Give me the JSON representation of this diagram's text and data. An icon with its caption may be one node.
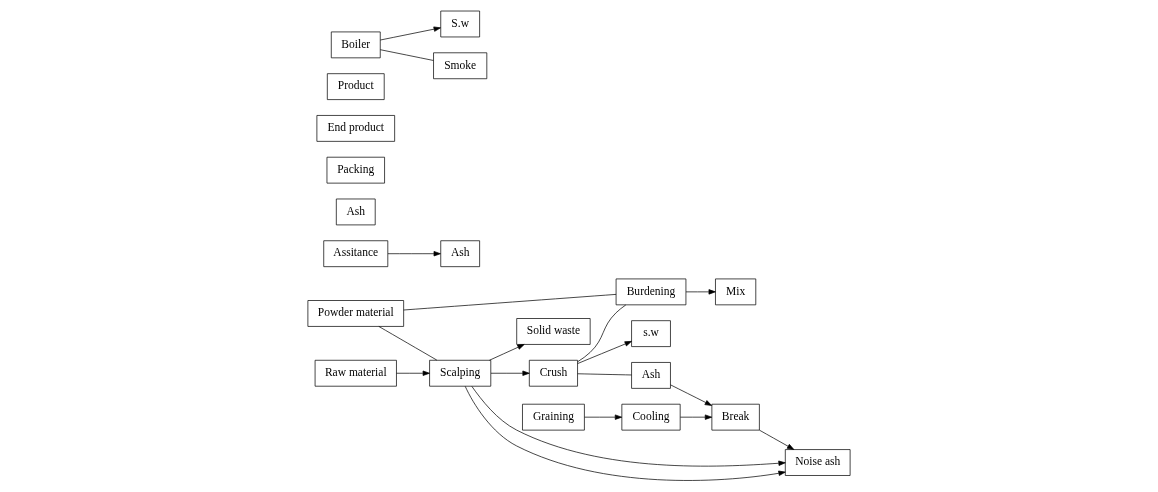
{
  "diagram": {
    "nodes": [
      {
        "text": [
          "Solid waste"
        ]
      },
      {
        "text": [
          "Powder material"
        ]
      },
      {
        "text": [
          "Assitance"
        ]
      },
      {
        "text": [
          "Ash"
        ]
      },
      {
        "text": [
          "Raw material"
        ]
      },
      {
        "text": [
          "Scalping"
        ]
      },
      {
        "text": [
          "Crush"
        ]
      },
      {
        "text": [
          "Burdening"
        ]
      },
      {
        "text": [
          "Mix"
        ]
      },
      {
        "text": [
          "Noise ash"
        ]
      },
      {
        "text": [
          "Ash"
        ]
      },
      {
        "text": [
          "s.w"
        ]
      },
      {
        "text": [
          "Ash"
        ]
      },
      {
        "text": [
          "Packing"
        ]
      },
      {
        "text": [
          "Break"
        ]
      },
      {
        "text": [
          "Cooling"
        ]
      },
      {
        "text": [
          "Graining"
        ]
      },
      {
        "text": [
          "End product"
        ]
      },
      {
        "text": [
          "Product"
        ]
      },
      {
        "text": [
          "S.w"
        ]
      },
      {
        "text": [
          "Boiler"
        ]
      },
      {
        "text": [
          "Smoke"
        ]
      }
    ],
    "edges": [
      {
        "from": 4,
        "to": 5,
        "arrow": "to"
      },
      {
        "from": 5,
        "to": 0,
        "arrow": "to"
      },
      {
        "from": 1,
        "to": 5,
        "arrow": "none"
      },
      {
        "from": 1,
        "to": 7,
        "arrow": "none"
      },
      {
        "from": 5,
        "to": 6,
        "arrow": "to"
      },
      {
        "from": 5,
        "to": 9,
        "arrow": "to"
      },
      {
        "from": 5,
        "to": 9,
        "arrow": "to"
      },
      {
        "from": 6,
        "to": 7,
        "arrow": "none"
      },
      {
        "from": 6,
        "to": 11,
        "arrow": "to"
      },
      {
        "from": 6,
        "to": 10,
        "arrow": "none"
      },
      {
        "from": 10,
        "to": 14,
        "arrow": "to"
      },
      {
        "from": 14,
        "to": 9,
        "arrow": "to"
      },
      {
        "from": 2,
        "to": 3,
        "arrow": "to"
      },
      {
        "from": 7,
        "to": 8,
        "arrow": "to"
      },
      {
        "from": 16,
        "to": 15,
        "arrow": "to"
      },
      {
        "from": 15,
        "to": 14,
        "arrow": "to"
      },
      {
        "from": 20,
        "to": 19,
        "arrow": "to"
      },
      {
        "from": 20,
        "to": 21,
        "arrow": "none"
      }
    ]
  }
}
